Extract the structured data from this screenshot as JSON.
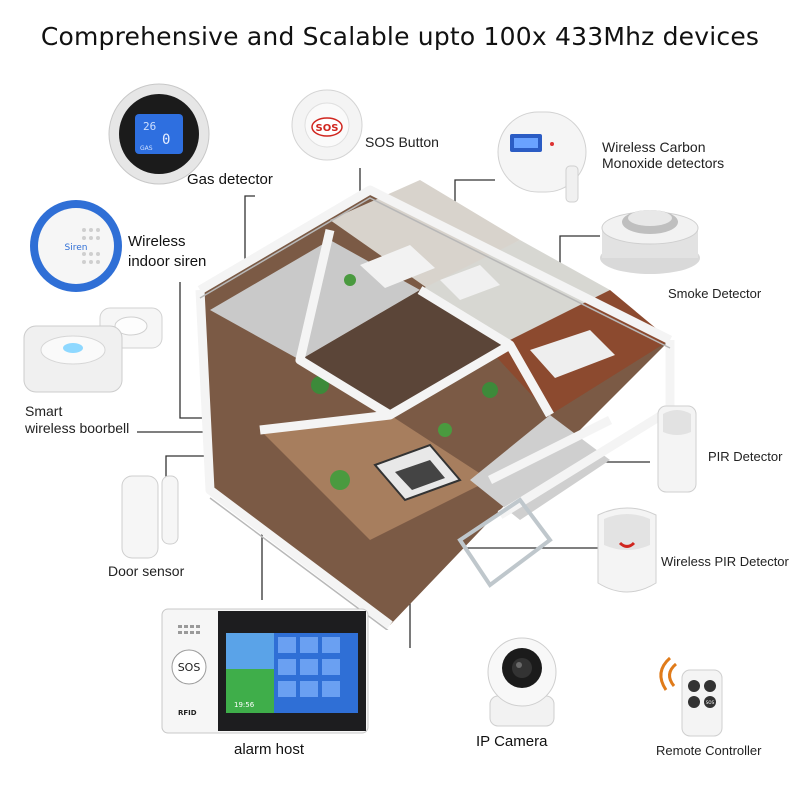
{
  "title": "Comprehensive  and Scalable upto 100x 433Mhz devices",
  "devices": {
    "gas_detector": {
      "label": "Gas detector",
      "display_top": "26",
      "display_bottom": "0",
      "unit_label": "GAS"
    },
    "sos_button": {
      "label": "SOS Button",
      "button_text": "SOS"
    },
    "co_detector": {
      "label_line1": "Wireless Carbon",
      "label_line2": "Monoxide detectors"
    },
    "indoor_siren": {
      "label_line1": "Wireless",
      "label_line2": "indoor siren",
      "body_text": "Siren"
    },
    "smoke_detector": {
      "label": "Smoke Detector"
    },
    "doorbell": {
      "label_line1": "Smart",
      "label_line2": "wireless boorbell"
    },
    "pir_detector": {
      "label": "PIR Detector"
    },
    "door_sensor": {
      "label": "Door sensor"
    },
    "wireless_pir": {
      "label": "Wireless PIR Detector"
    },
    "alarm_host": {
      "label": "alarm host",
      "sos_text": "SOS",
      "rfid_text": "RFID",
      "screen_time": "19:56"
    },
    "ip_camera": {
      "label": "IP Camera"
    },
    "remote": {
      "label": "Remote Controller",
      "sos_text": "SOS"
    }
  },
  "colors": {
    "wire": "#333333",
    "accent_blue": "#2f6fd6",
    "sos_red": "#d0261f",
    "floor_wood": "#8a5a3a",
    "wall": "#e9e9e9"
  },
  "icons": [
    "house-floorplan-icon",
    "gas-detector-icon",
    "sos-button-icon",
    "co-detector-icon",
    "siren-icon",
    "smoke-detector-icon",
    "doorbell-icon",
    "pir-sensor-icon",
    "door-sensor-icon",
    "alarm-host-icon",
    "ip-camera-icon",
    "remote-control-icon"
  ]
}
